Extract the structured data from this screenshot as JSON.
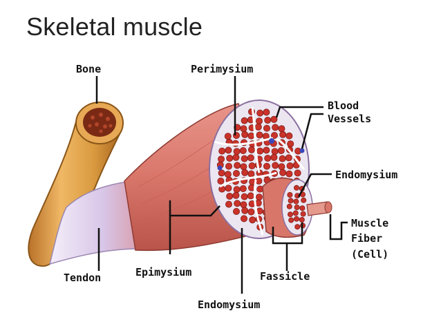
{
  "title": "Skeletal muscle",
  "labels": {
    "bone": "Bone",
    "perimysium": "Perimysium",
    "blood_vessels_1": "Blood",
    "blood_vessels_2": "Vessels",
    "endomysium_right": "Endomysium",
    "muscle_fiber_1": "Muscle",
    "muscle_fiber_2": "Fiber",
    "muscle_fiber_3": "(Cell)",
    "tendon": "Tendon",
    "epimysium": "Epimysium",
    "fassicle": "Fassicle",
    "endomysium_bottom": "Endomysium"
  },
  "colors": {
    "bone": "#d99a3f",
    "bone_dark": "#b9722a",
    "marrow": "#7a2a14",
    "muscle": "#d9766a",
    "muscle_dark": "#b8544a",
    "fiber": "#c9332a",
    "fiber_outline": "#7d1e17",
    "tendon": "#d8c6e8",
    "perimysium": "#ece6f1",
    "vessel": "#3a46b8"
  }
}
